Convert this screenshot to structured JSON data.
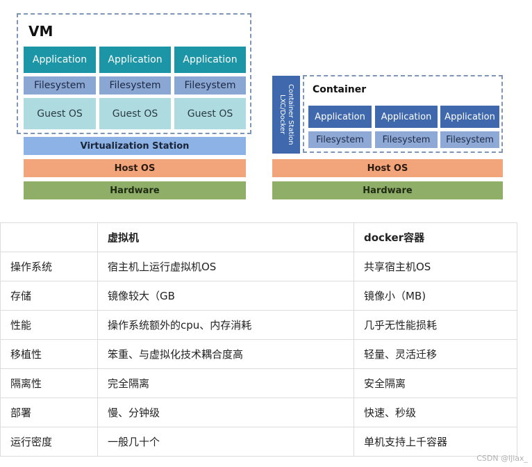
{
  "vm": {
    "title": "VM",
    "applications": [
      "Application",
      "Application",
      "Application"
    ],
    "filesystems": [
      "Filesystem",
      "Filesystem",
      "Filesystem"
    ],
    "guest_os": [
      "Guest OS",
      "Guest OS",
      "Guest OS"
    ],
    "virtualization": "Virtualization Station",
    "host_os": "Host OS",
    "hardware": "Hardware"
  },
  "container": {
    "title": "Container",
    "station_line1": "Container Station",
    "station_line2": "LXC/Docker",
    "applications": [
      "Application",
      "Application",
      "Application"
    ],
    "filesystems": [
      "Filesystem",
      "Filesystem",
      "Filesystem"
    ],
    "host_os": "Host OS",
    "hardware": "Hardware"
  },
  "table": {
    "headers": [
      "",
      "虚拟机",
      "docker容器"
    ],
    "rows": [
      [
        "操作系统",
        "宿主机上运行虚拟机OS",
        "共享宿主机OS"
      ],
      [
        "存储",
        "镜像较大（GB",
        "镜像小（MB)"
      ],
      [
        "性能",
        "操作系统额外的cpu、内存消耗",
        "几乎无性能损耗"
      ],
      [
        "移植性",
        "笨重、与虚拟化技术耦合度高",
        "轻量、灵活迁移"
      ],
      [
        "隔离性",
        "完全隔离",
        "安全隔离"
      ],
      [
        "部署",
        "慢、分钟级",
        "快速、秒级"
      ],
      [
        "运行密度",
        "一般几十个",
        "单机支持上千容器"
      ]
    ]
  },
  "watermark": "CSDN @ljiax_",
  "colors": {
    "app_teal": "#1c95a6",
    "app_navy": "#3f69ac",
    "filesystem": "#8aa6d2",
    "guest_os": "#aedbe0",
    "virtualization": "#8db3e6",
    "host_os": "#f2a47a",
    "hardware": "#8faf69",
    "dashed_border": "#7d95b8"
  }
}
